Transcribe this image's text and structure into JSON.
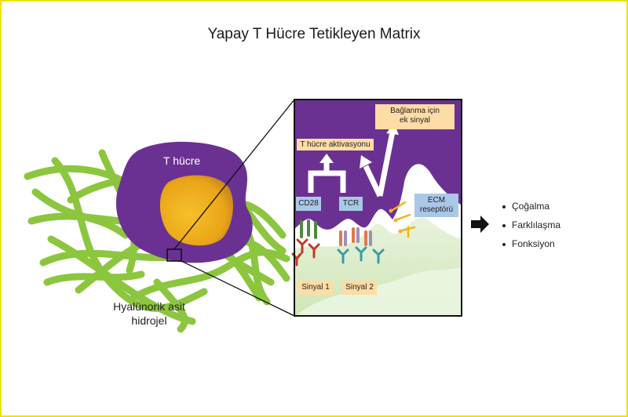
{
  "title": "Yapay T Hücre Tetikleyen Matrix",
  "labels": {
    "t_cell": "T hücre",
    "hydrogel_line1": "Hyalünorik asit",
    "hydrogel_line2": "hidrojel",
    "binding_line1": "Bağlanma için",
    "binding_line2": "ek sinyal",
    "t_activation": "T hücre aktivasyonu",
    "cd28": "CD28",
    "tcr": "TCR",
    "ecm_line1": "ECM",
    "ecm_line2": "reseptörü",
    "signal1": "Sinyal 1",
    "signal2": "Sinyal 2"
  },
  "outcomes": [
    "Çoğalma",
    "Farklılaşma",
    "Fonksiyon"
  ],
  "colors": {
    "border": "#f2e100",
    "cell_purple": "#6a3192",
    "nucleus_orange": "#f4b21b",
    "hydrogel_green": "#8cc63f",
    "label_peach": "#fddca5",
    "label_blue": "#a9c8e7"
  },
  "icons": [
    "right-arrow-icon",
    "bullet-icon"
  ]
}
